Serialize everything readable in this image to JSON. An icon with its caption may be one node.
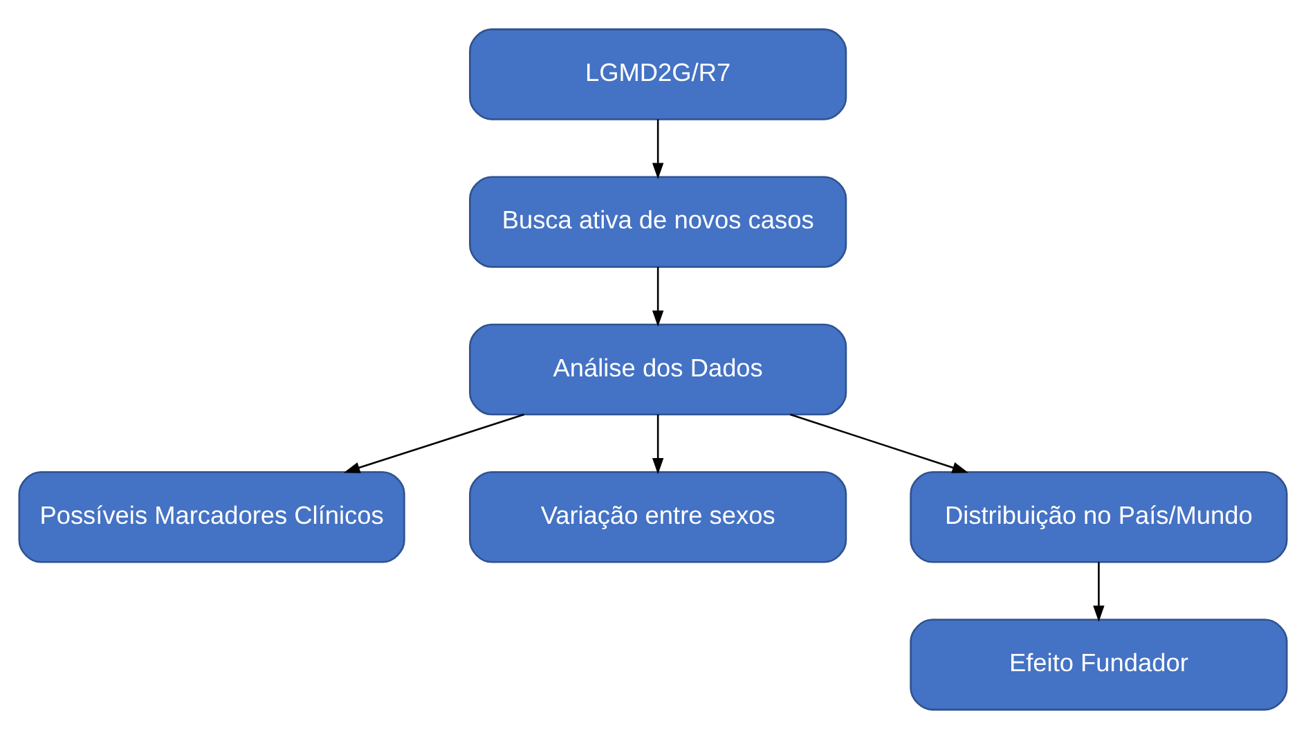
{
  "diagram": {
    "nodes": [
      {
        "text": [
          "LGMD2G/R7"
        ]
      },
      {
        "text": [
          "Busca ativa de novos casos"
        ]
      },
      {
        "text": [
          "Análise dos Dados"
        ]
      },
      {
        "text": [
          "Possíveis Marcadores Clínicos"
        ]
      },
      {
        "text": [
          "Variação entre sexos"
        ]
      },
      {
        "text": [
          "Distribuição no País/Mundo"
        ]
      },
      {
        "text": [
          "Efeito Fundador"
        ]
      }
    ],
    "edges": [
      {
        "from": 0,
        "to": 1,
        "arrow": "to"
      },
      {
        "from": 1,
        "to": 2,
        "arrow": "to"
      },
      {
        "from": 2,
        "to": 3,
        "arrow": "to"
      },
      {
        "from": 2,
        "to": 4,
        "arrow": "to"
      },
      {
        "from": 2,
        "to": 5,
        "arrow": "to"
      },
      {
        "from": 5,
        "to": 6,
        "arrow": "to"
      }
    ]
  }
}
